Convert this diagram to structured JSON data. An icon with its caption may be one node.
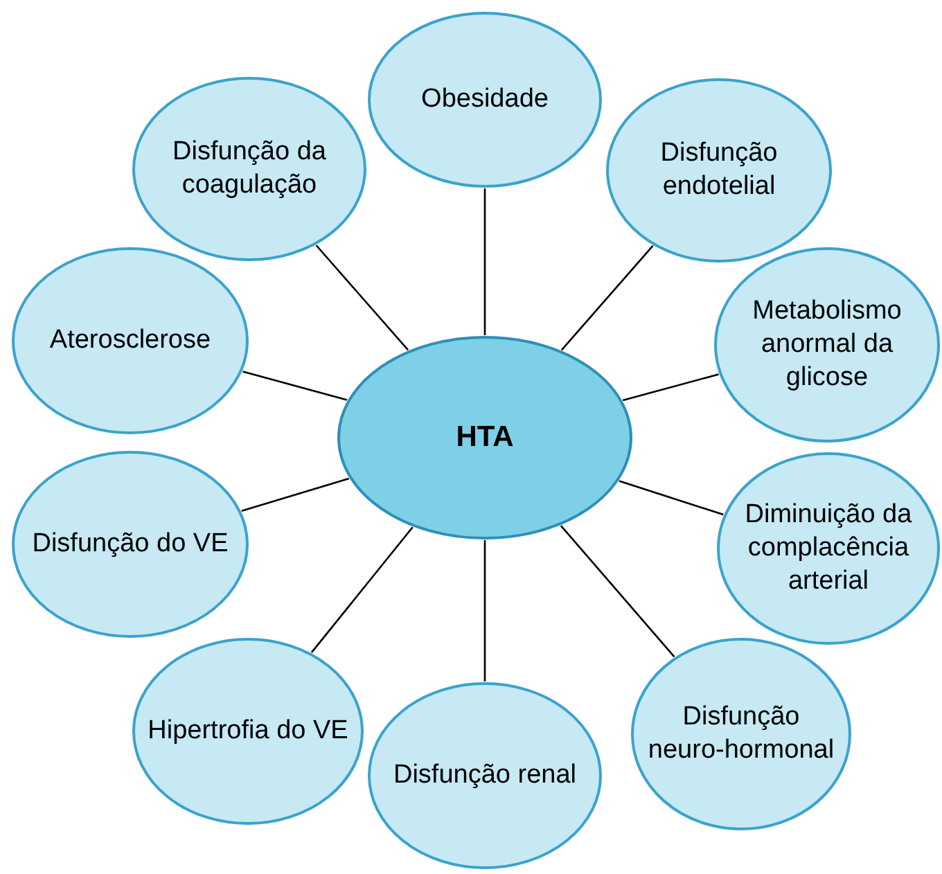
{
  "diagram": {
    "nodes": [
      {
        "text": [
          "HTA"
        ]
      },
      {
        "text": [
          "Obesidade"
        ]
      },
      {
        "text": [
          "Disfunção endotelial"
        ]
      },
      {
        "text": [
          "Metabolismo anormal da glicose"
        ]
      },
      {
        "text": [
          "Diminuição da complacência arterial"
        ]
      },
      {
        "text": [
          "Disfunção neuro-hormonal"
        ]
      },
      {
        "text": [
          "Disfunção renal"
        ]
      },
      {
        "text": [
          "Hipertrofia do VE"
        ]
      },
      {
        "text": [
          "Disfunção do VE"
        ]
      },
      {
        "text": [
          "Aterosclerose"
        ]
      },
      {
        "text": [
          "Disfunção da coagulação"
        ]
      }
    ],
    "edges": [
      {
        "from": 0,
        "to": 1,
        "arrow": "none"
      },
      {
        "from": 0,
        "to": 2,
        "arrow": "none"
      },
      {
        "from": 0,
        "to": 3,
        "arrow": "none"
      },
      {
        "from": 0,
        "to": 4,
        "arrow": "none"
      },
      {
        "from": 0,
        "to": 5,
        "arrow": "none"
      },
      {
        "from": 0,
        "to": 6,
        "arrow": "none"
      },
      {
        "from": 0,
        "to": 7,
        "arrow": "none"
      },
      {
        "from": 0,
        "to": 8,
        "arrow": "none"
      },
      {
        "from": 0,
        "to": 9,
        "arrow": "none"
      },
      {
        "from": 0,
        "to": 10,
        "arrow": "none"
      }
    ]
  }
}
